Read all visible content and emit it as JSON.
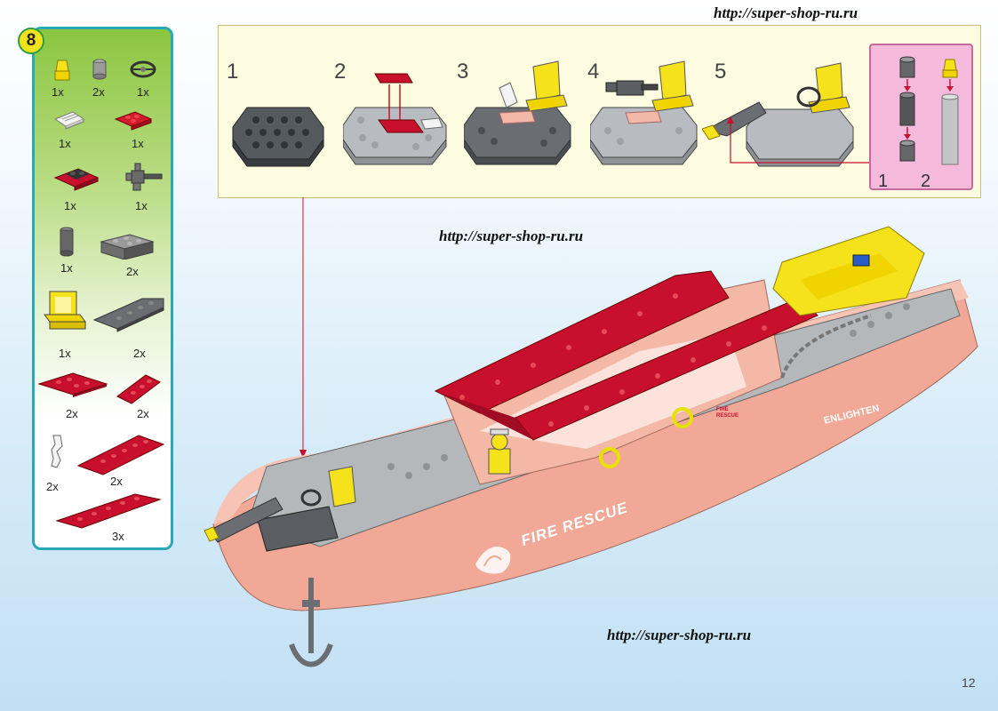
{
  "watermarks": [
    "http://super-shop-ru.ru",
    "http://super-shop-ru.ru",
    "http://super-shop-ru.ru"
  ],
  "step_number": "8",
  "parts": [
    {
      "icon": "yellow-cone-piece-icon",
      "qty": "1x"
    },
    {
      "icon": "gray-round-brick-icon",
      "qty": "2x"
    },
    {
      "icon": "steering-wheel-icon",
      "qty": "1x"
    },
    {
      "icon": "white-grille-tile-icon",
      "qty": "1x"
    },
    {
      "icon": "red-plate-special-icon",
      "qty": "1x"
    },
    {
      "icon": "red-black-plate-icon",
      "qty": "1x"
    },
    {
      "icon": "gray-gun-piece-icon",
      "qty": "1x"
    },
    {
      "icon": "gray-cylinder-icon",
      "qty": "1x"
    },
    {
      "icon": "gray-brick-2x4-icon",
      "qty": "2x"
    },
    {
      "icon": "yellow-seat-icon",
      "qty": "1x"
    },
    {
      "icon": "gray-wedge-plate-icon",
      "qty": "2x"
    },
    {
      "icon": "red-plate-2x4-a-icon",
      "qty": "2x"
    },
    {
      "icon": "red-plate-2x4-b-icon",
      "qty": "2x"
    },
    {
      "icon": "white-hinge-icon",
      "qty": "2x"
    },
    {
      "icon": "red-plate-2x6-icon",
      "qty": "2x"
    },
    {
      "icon": "red-plate-1x8-icon",
      "qty": "3x"
    }
  ],
  "assembly_steps": [
    "1",
    "2",
    "3",
    "4",
    "5"
  ],
  "sub_steps": [
    "1",
    "2"
  ],
  "ship_labels": {
    "hull_text": "FIRE RESCUE",
    "side_text": "ENLIGHTEN",
    "emblem_text": "FIRE RESCUE"
  },
  "colors": {
    "hull": "#f2a897",
    "red_plate": "#c8102e",
    "gray_plate": "#9a9a9a",
    "dark_gray": "#555a5f",
    "yellow": "#f5e21b",
    "panel_border": "#29a9b6"
  },
  "page_number": "12"
}
